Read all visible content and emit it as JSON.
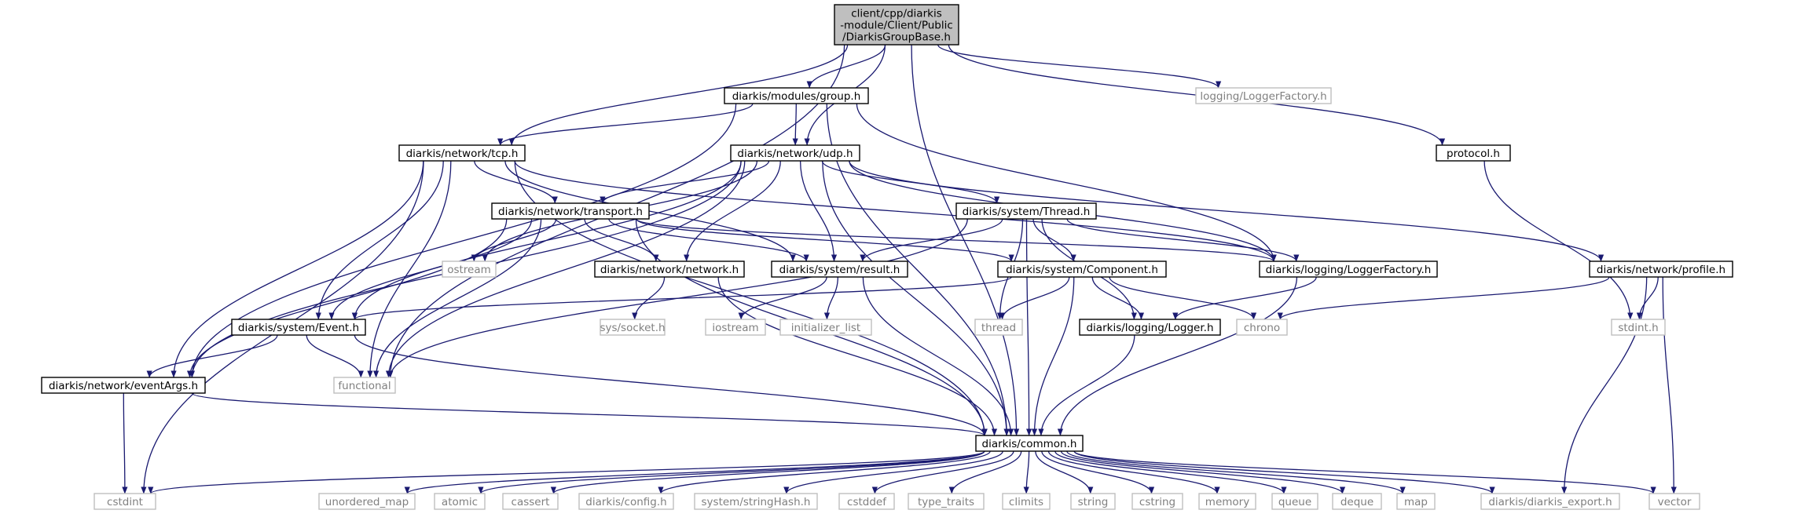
{
  "colors": {
    "edge": "#191970",
    "root_fill": "#bfbfbf",
    "node_border": "#000000",
    "external_border": "#bfbfbf",
    "external_text": "#808080",
    "text": "#000000"
  },
  "nodes": [
    {
      "id": "root",
      "label": "client/cpp/diarkis -module/Client/Public /DiarkisGroupBase.h",
      "lines": [
        "client/cpp/diarkis",
        "-module/Client/Public",
        "/DiarkisGroupBase.h"
      ],
      "kind": "root"
    },
    {
      "id": "group_h",
      "label": "diarkis/modules/group.h",
      "kind": "internal"
    },
    {
      "id": "logging_loggerfactory_ext",
      "label": "logging/LoggerFactory.h",
      "kind": "external"
    },
    {
      "id": "protocol_h",
      "label": "protocol.h",
      "kind": "internal"
    },
    {
      "id": "tcp_h",
      "label": "diarkis/network/tcp.h",
      "kind": "internal"
    },
    {
      "id": "udp_h",
      "label": "diarkis/network/udp.h",
      "kind": "internal"
    },
    {
      "id": "transport_h",
      "label": "diarkis/network/transport.h",
      "kind": "internal"
    },
    {
      "id": "thread_h",
      "label": "diarkis/system/Thread.h",
      "kind": "internal"
    },
    {
      "id": "ostream",
      "label": "ostream",
      "kind": "external"
    },
    {
      "id": "network_h",
      "label": "diarkis/network/network.h",
      "kind": "internal"
    },
    {
      "id": "result_h",
      "label": "diarkis/system/result.h",
      "kind": "internal"
    },
    {
      "id": "component_h",
      "label": "diarkis/system/Component.h",
      "kind": "internal"
    },
    {
      "id": "loggerfactory_h",
      "label": "diarkis/logging/LoggerFactory.h",
      "kind": "internal"
    },
    {
      "id": "profile_h",
      "label": "diarkis/network/profile.h",
      "kind": "internal"
    },
    {
      "id": "event_h",
      "label": "diarkis/system/Event.h",
      "kind": "internal"
    },
    {
      "id": "socket_h",
      "label": "sys/socket.h",
      "kind": "external"
    },
    {
      "id": "iostream",
      "label": "iostream",
      "kind": "external"
    },
    {
      "id": "initializer_list",
      "label": "initializer_list",
      "kind": "external"
    },
    {
      "id": "thread",
      "label": "thread",
      "kind": "external"
    },
    {
      "id": "logger_h",
      "label": "diarkis/logging/Logger.h",
      "kind": "internal"
    },
    {
      "id": "chrono",
      "label": "chrono",
      "kind": "external"
    },
    {
      "id": "stdint_h",
      "label": "stdint.h",
      "kind": "external"
    },
    {
      "id": "eventargs_h",
      "label": "diarkis/network/eventArgs.h",
      "kind": "internal"
    },
    {
      "id": "functional",
      "label": "functional",
      "kind": "external"
    },
    {
      "id": "common_h",
      "label": "diarkis/common.h",
      "kind": "internal"
    },
    {
      "id": "cstdint",
      "label": "cstdint",
      "kind": "external"
    },
    {
      "id": "unordered_map",
      "label": "unordered_map",
      "kind": "external"
    },
    {
      "id": "atomic",
      "label": "atomic",
      "kind": "external"
    },
    {
      "id": "cassert",
      "label": "cassert",
      "kind": "external"
    },
    {
      "id": "config_h",
      "label": "diarkis/config.h",
      "kind": "external"
    },
    {
      "id": "stringhash_h",
      "label": "system/stringHash.h",
      "kind": "external"
    },
    {
      "id": "cstddef",
      "label": "cstddef",
      "kind": "external"
    },
    {
      "id": "type_traits",
      "label": "type_traits",
      "kind": "external"
    },
    {
      "id": "climits",
      "label": "climits",
      "kind": "external"
    },
    {
      "id": "string",
      "label": "string",
      "kind": "external"
    },
    {
      "id": "cstring",
      "label": "cstring",
      "kind": "external"
    },
    {
      "id": "memory",
      "label": "memory",
      "kind": "external"
    },
    {
      "id": "queue",
      "label": "queue",
      "kind": "external"
    },
    {
      "id": "deque",
      "label": "deque",
      "kind": "external"
    },
    {
      "id": "map",
      "label": "map",
      "kind": "external"
    },
    {
      "id": "diarkis_export_h",
      "label": "diarkis/diarkis_export.h",
      "kind": "external"
    },
    {
      "id": "vector",
      "label": "vector",
      "kind": "external"
    }
  ],
  "edges": [
    [
      "root",
      "functional"
    ],
    [
      "root",
      "tcp_h"
    ],
    [
      "root",
      "group_h"
    ],
    [
      "root",
      "udp_h"
    ],
    [
      "root",
      "common_h"
    ],
    [
      "root",
      "logging_loggerfactory_ext"
    ],
    [
      "root",
      "protocol_h"
    ],
    [
      "group_h",
      "tcp_h"
    ],
    [
      "group_h",
      "udp_h"
    ],
    [
      "group_h",
      "eventargs_h"
    ],
    [
      "group_h",
      "loggerfactory_h"
    ],
    [
      "group_h",
      "common_h"
    ],
    [
      "protocol_h",
      "stdint_h"
    ],
    [
      "tcp_h",
      "transport_h"
    ],
    [
      "tcp_h",
      "event_h"
    ],
    [
      "tcp_h",
      "eventargs_h"
    ],
    [
      "tcp_h",
      "result_h"
    ],
    [
      "tcp_h",
      "functional"
    ],
    [
      "tcp_h",
      "cstdint"
    ],
    [
      "tcp_h",
      "loggerfactory_h"
    ],
    [
      "tcp_h",
      "common_h"
    ],
    [
      "udp_h",
      "transport_h"
    ],
    [
      "udp_h",
      "thread_h"
    ],
    [
      "udp_h",
      "ostream"
    ],
    [
      "udp_h",
      "network_h"
    ],
    [
      "udp_h",
      "result_h"
    ],
    [
      "udp_h",
      "functional"
    ],
    [
      "udp_h",
      "event_h"
    ],
    [
      "udp_h",
      "eventargs_h"
    ],
    [
      "udp_h",
      "loggerfactory_h"
    ],
    [
      "udp_h",
      "profile_h"
    ],
    [
      "udp_h",
      "common_h"
    ],
    [
      "transport_h",
      "ostream"
    ],
    [
      "transport_h",
      "network_h"
    ],
    [
      "transport_h",
      "result_h"
    ],
    [
      "transport_h",
      "component_h"
    ],
    [
      "transport_h",
      "event_h"
    ],
    [
      "transport_h",
      "eventargs_h"
    ],
    [
      "transport_h",
      "functional"
    ],
    [
      "transport_h",
      "common_h"
    ],
    [
      "transport_h",
      "loggerfactory_h"
    ],
    [
      "thread_h",
      "result_h"
    ],
    [
      "thread_h",
      "component_h"
    ],
    [
      "thread_h",
      "thread"
    ],
    [
      "thread_h",
      "loggerfactory_h"
    ],
    [
      "thread_h",
      "logger_h"
    ],
    [
      "thread_h",
      "functional"
    ],
    [
      "thread_h",
      "common_h"
    ],
    [
      "network_h",
      "socket_h"
    ],
    [
      "network_h",
      "common_h"
    ],
    [
      "result_h",
      "iostream"
    ],
    [
      "result_h",
      "initializer_list"
    ],
    [
      "result_h",
      "common_h"
    ],
    [
      "component_h",
      "event_h"
    ],
    [
      "component_h",
      "thread"
    ],
    [
      "component_h",
      "logger_h"
    ],
    [
      "component_h",
      "chrono"
    ],
    [
      "component_h",
      "common_h"
    ],
    [
      "loggerfactory_h",
      "logger_h"
    ],
    [
      "loggerfactory_h",
      "common_h"
    ],
    [
      "profile_h",
      "chrono"
    ],
    [
      "profile_h",
      "stdint_h"
    ],
    [
      "profile_h",
      "vector"
    ],
    [
      "profile_h",
      "diarkis_export_h"
    ],
    [
      "event_h",
      "eventargs_h"
    ],
    [
      "event_h",
      "functional"
    ],
    [
      "event_h",
      "common_h"
    ],
    [
      "logger_h",
      "common_h"
    ],
    [
      "eventargs_h",
      "cstdint"
    ],
    [
      "eventargs_h",
      "common_h"
    ],
    [
      "common_h",
      "cstdint"
    ],
    [
      "common_h",
      "unordered_map"
    ],
    [
      "common_h",
      "atomic"
    ],
    [
      "common_h",
      "cassert"
    ],
    [
      "common_h",
      "config_h"
    ],
    [
      "common_h",
      "stringhash_h"
    ],
    [
      "common_h",
      "cstddef"
    ],
    [
      "common_h",
      "type_traits"
    ],
    [
      "common_h",
      "climits"
    ],
    [
      "common_h",
      "string"
    ],
    [
      "common_h",
      "cstring"
    ],
    [
      "common_h",
      "memory"
    ],
    [
      "common_h",
      "queue"
    ],
    [
      "common_h",
      "deque"
    ],
    [
      "common_h",
      "map"
    ],
    [
      "common_h",
      "diarkis_export_h"
    ],
    [
      "common_h",
      "vector"
    ]
  ]
}
